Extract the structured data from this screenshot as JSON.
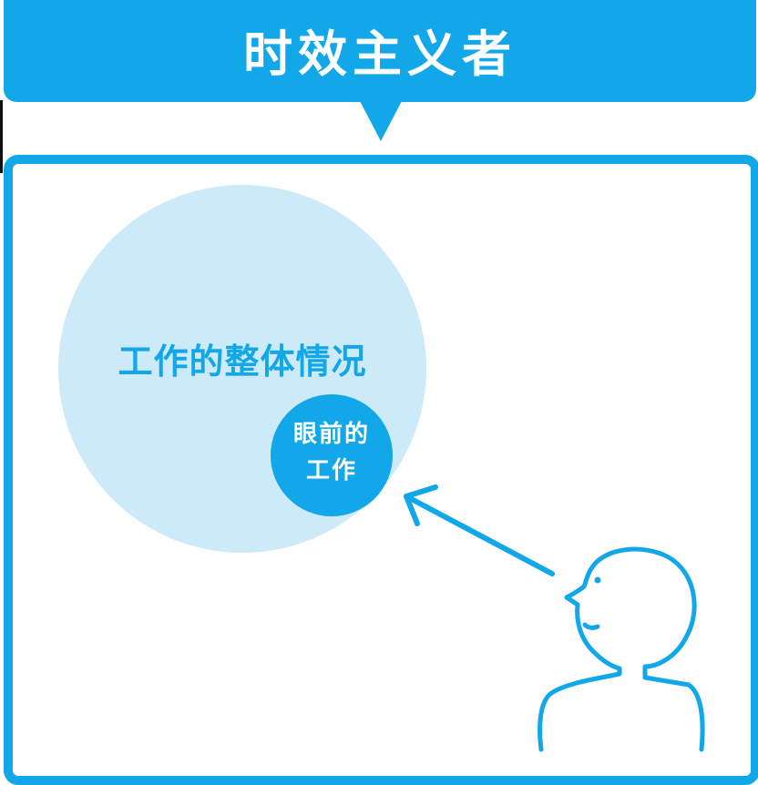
{
  "title": "时效主义者",
  "diagram": {
    "whole_work_label": "工作的整体情况",
    "current_task_label_line1": "眼前的",
    "current_task_label_line2": "工作"
  },
  "colors": {
    "accent": "#11a7e8",
    "light_circle": "#cdeaf8",
    "background": "#ffffff"
  },
  "icons": [
    "person-icon",
    "arrow-icon"
  ]
}
